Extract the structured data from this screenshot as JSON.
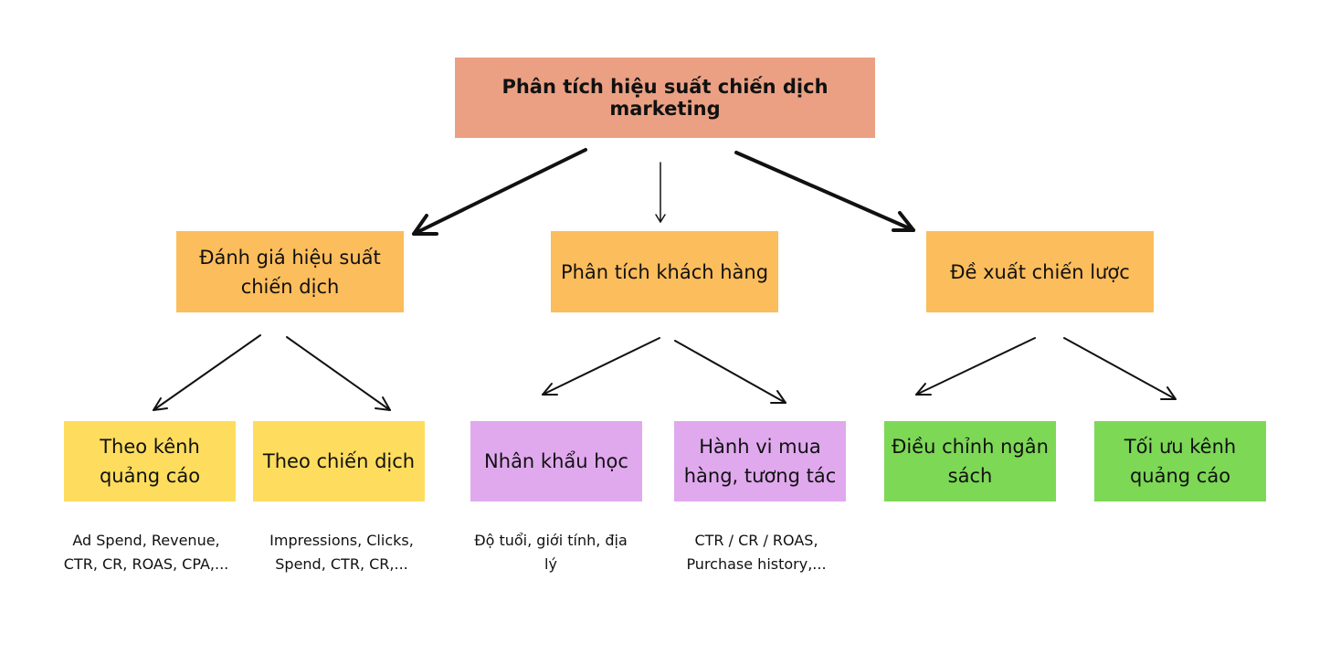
{
  "colors": {
    "root": "#EBA083",
    "level2": "#FCBD5C",
    "leaf_channel": "#FEDD5E",
    "leaf_customer": "#E0A9EE",
    "leaf_strategy": "#7DD856"
  },
  "root": {
    "label": "Phân tích hiệu suất chiến dịch marketing"
  },
  "branches": [
    {
      "label": "Đánh giá hiệu suất chiến dịch",
      "children": [
        {
          "label": "Theo kênh quảng cáo",
          "note": "Ad Spend, Revenue, CTR, CR, ROAS, CPA,..."
        },
        {
          "label": "Theo chiến dịch",
          "note": "Impressions, Clicks, Spend, CTR, CR,..."
        }
      ]
    },
    {
      "label": "Phân tích khách hàng",
      "children": [
        {
          "label": "Nhân khẩu học",
          "note": "Độ tuổi, giới tính, địa lý"
        },
        {
          "label": "Hành vi mua hàng, tương tác",
          "note": "CTR / CR / ROAS, Purchase history,..."
        }
      ]
    },
    {
      "label": "Đề xuất chiến lược",
      "children": [
        {
          "label": "Điều chỉnh ngân sách",
          "note": ""
        },
        {
          "label": "Tối ưu kênh quảng cáo",
          "note": ""
        }
      ]
    }
  ]
}
